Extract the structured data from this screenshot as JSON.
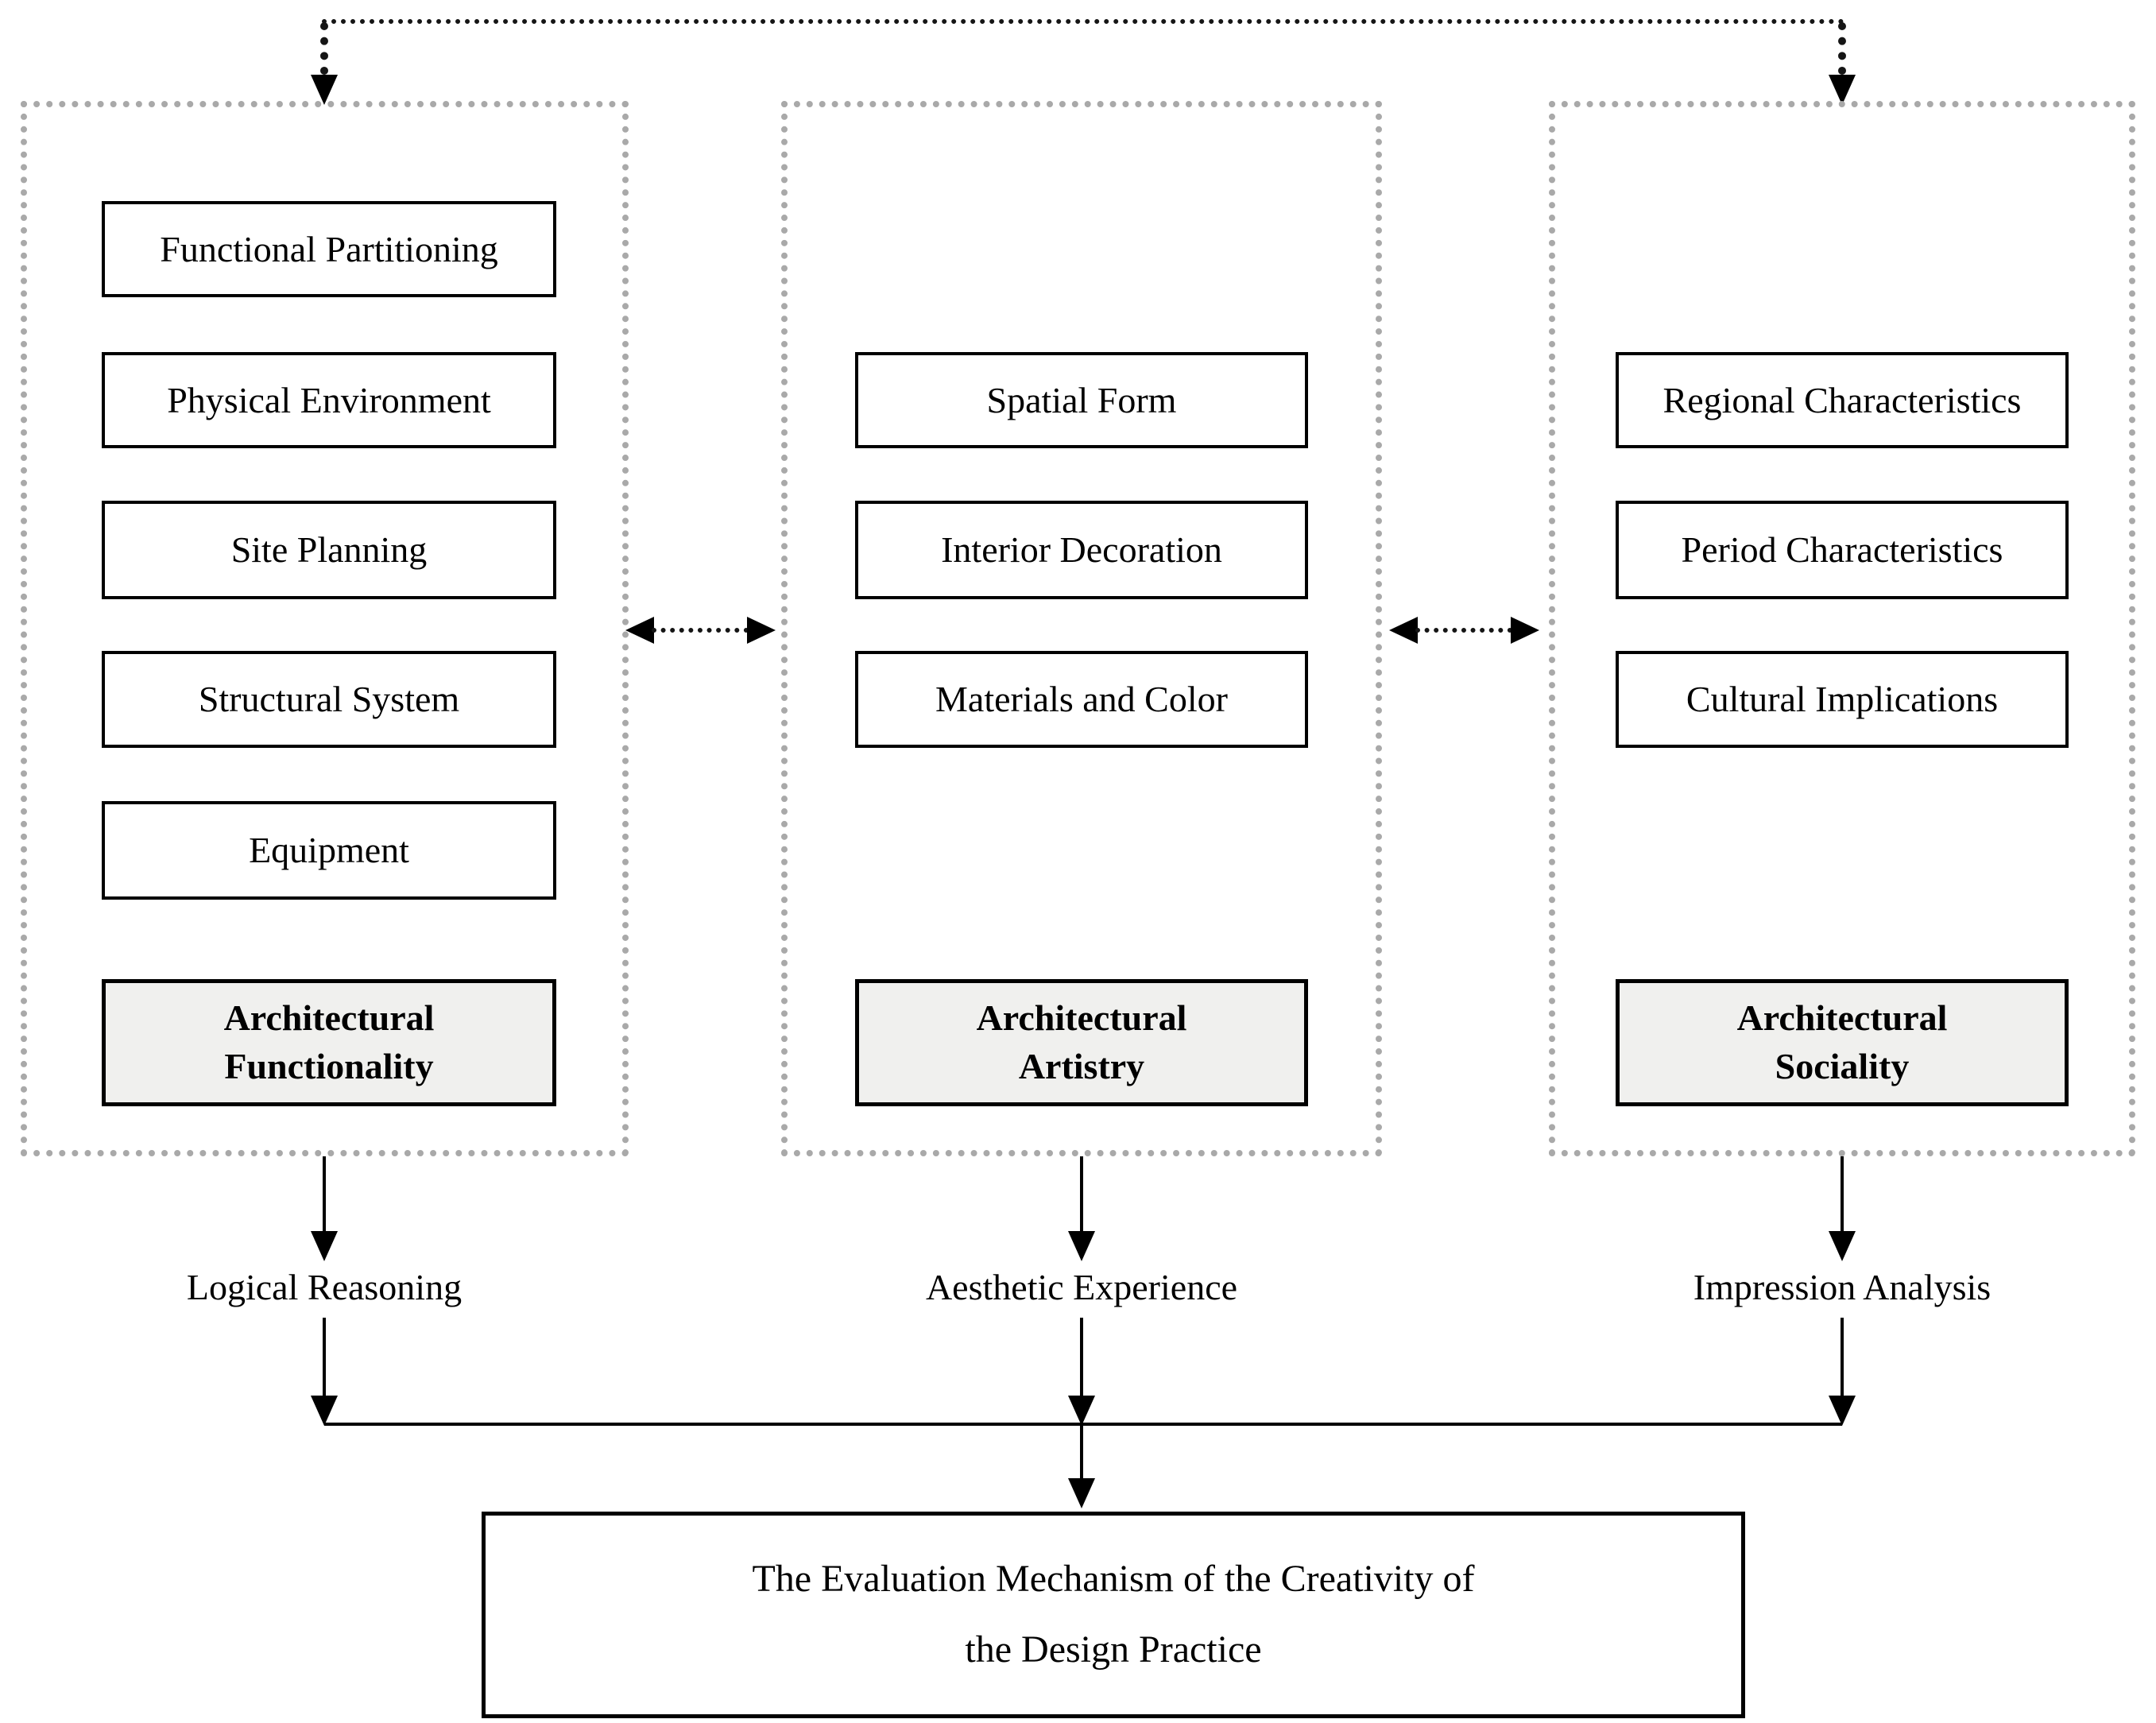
{
  "diagram": {
    "columns": [
      {
        "boxes": [
          "Functional Partitioning",
          "Physical Environment",
          "Site Planning",
          "Structural System",
          "Equipment"
        ],
        "summary": "Architectural\nFunctionality",
        "outcome": "Logical Reasoning"
      },
      {
        "boxes": [
          "Spatial Form",
          "Interior Decoration",
          "Materials and Color"
        ],
        "summary": "Architectural\nArtistry",
        "outcome": "Aesthetic Experience"
      },
      {
        "boxes": [
          "Regional Characteristics",
          "Period Characteristics",
          "Cultural Implications"
        ],
        "summary": "Architectural\nSociality",
        "outcome": "Impression Analysis"
      }
    ],
    "result": "The Evaluation Mechanism of the Creativity of\nthe Design Practice"
  },
  "colors": {
    "line_black": "#151515",
    "column_border_gray": "#a9a9a9",
    "summary_fill_gray": "#f0f0ee",
    "box_border_black": "#000000",
    "background_white": "#ffffff"
  }
}
